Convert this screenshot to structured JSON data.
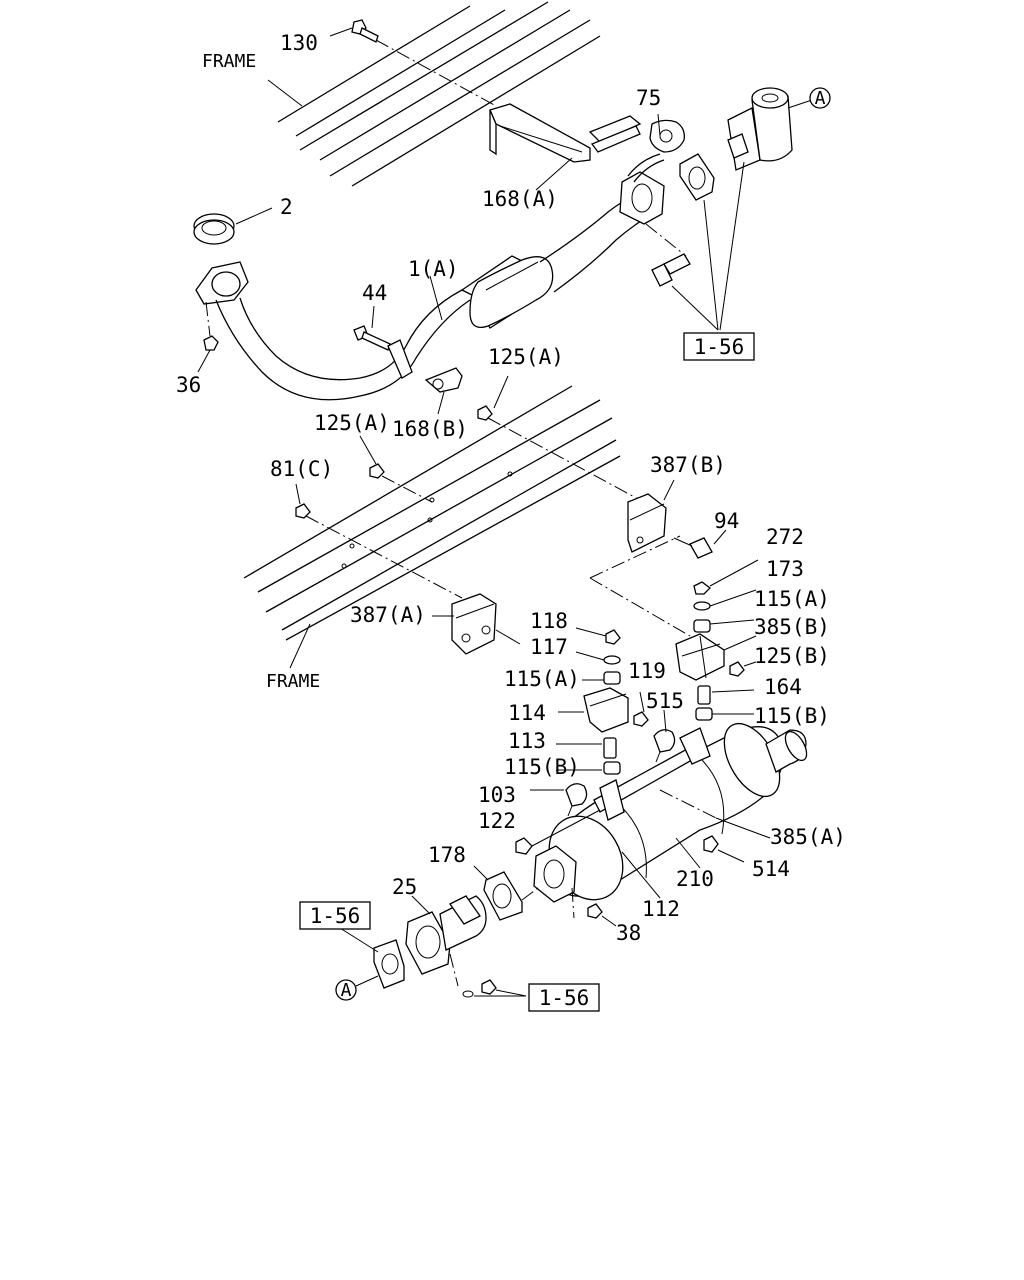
{
  "labels": {
    "frame_top": "FRAME",
    "frame_bottom": "FRAME",
    "p130": "130",
    "p75": "75",
    "p168a": "168(A)",
    "p2": "2",
    "p1a": "1(A)",
    "p44": "44",
    "p36": "36",
    "p125a_1": "125(A)",
    "p125a_2": "125(A)",
    "p168b": "168(B)",
    "p81c": "81(C)",
    "p387b": "387(B)",
    "p94": "94",
    "p272": "272",
    "p173": "173",
    "p115a_r": "115(A)",
    "p385b": "385(B)",
    "p125b": "125(B)",
    "p164": "164",
    "p115b_r": "115(B)",
    "p387a": "387(A)",
    "p118": "118",
    "p117": "117",
    "p115a_l": "115(A)",
    "p119": "119",
    "p515": "515",
    "p114": "114",
    "p113": "113",
    "p115b_l": "115(B)",
    "p103": "103",
    "p122": "122",
    "p385a": "385(A)",
    "p178": "178",
    "p25": "25",
    "p514": "514",
    "p210": "210",
    "p112": "112",
    "p38": "38",
    "ref_top": "1-56",
    "ref_left": "1-56",
    "ref_bottom": "1-56",
    "circle_a_top": "A",
    "circle_a_bottom": "A"
  }
}
